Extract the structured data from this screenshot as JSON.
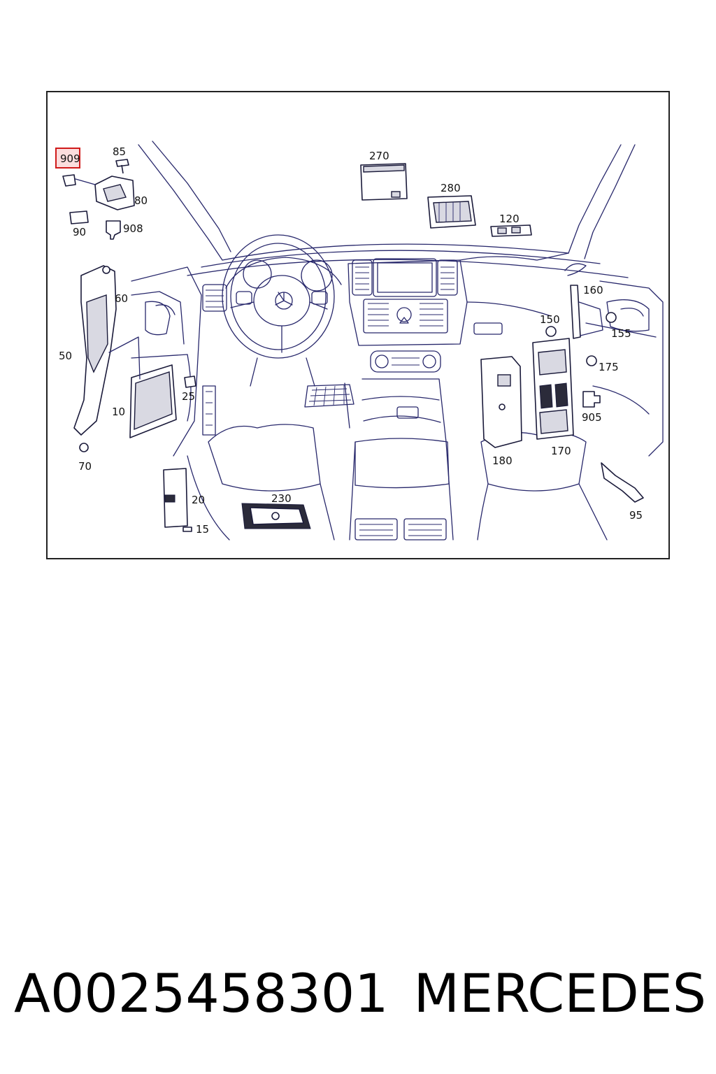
{
  "diagram": {
    "callouts": {
      "c909": "909",
      "c85": "85",
      "c80": "80",
      "c90": "90",
      "c908": "908",
      "c270": "270",
      "c280": "280",
      "c120": "120",
      "c160": "160",
      "c150": "150",
      "c155": "155",
      "c175": "175",
      "c905": "905",
      "c170": "170",
      "c180": "180",
      "c95": "95",
      "c60": "60",
      "c50": "50",
      "c10": "10",
      "c25": "25",
      "c70": "70",
      "c20": "20",
      "c15": "15",
      "c230": "230"
    },
    "highlighted_callout": "909"
  },
  "footer": {
    "part_number": "A0025458301",
    "brand": "MERCEDES"
  }
}
